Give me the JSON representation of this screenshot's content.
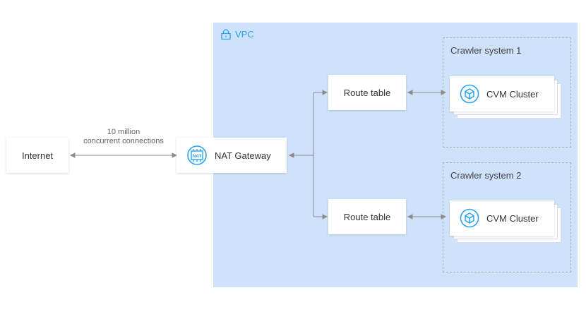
{
  "vpc": {
    "label": "VPC",
    "color": "#2aa3e8",
    "background": "#cfe2fb"
  },
  "internet": {
    "label": "Internet"
  },
  "connection": {
    "label_line1": "10 million",
    "label_line2": "concurrent connections"
  },
  "nat_gateway": {
    "label": "NAT Gateway",
    "icon": "nat-gateway-icon"
  },
  "route_tables": [
    {
      "label": "Route table"
    },
    {
      "label": "Route table"
    }
  ],
  "crawler_systems": [
    {
      "label": "Crawler system 1",
      "cluster": {
        "label": "CVM Cluster",
        "icon": "cvm-icon"
      }
    },
    {
      "label": "Crawler system 2",
      "cluster": {
        "label": "CVM Cluster",
        "icon": "cvm-icon"
      }
    }
  ],
  "colors": {
    "accent": "#2aa3e8",
    "connector": "#8c8c8c",
    "dashed_border": "#a9adb6"
  }
}
